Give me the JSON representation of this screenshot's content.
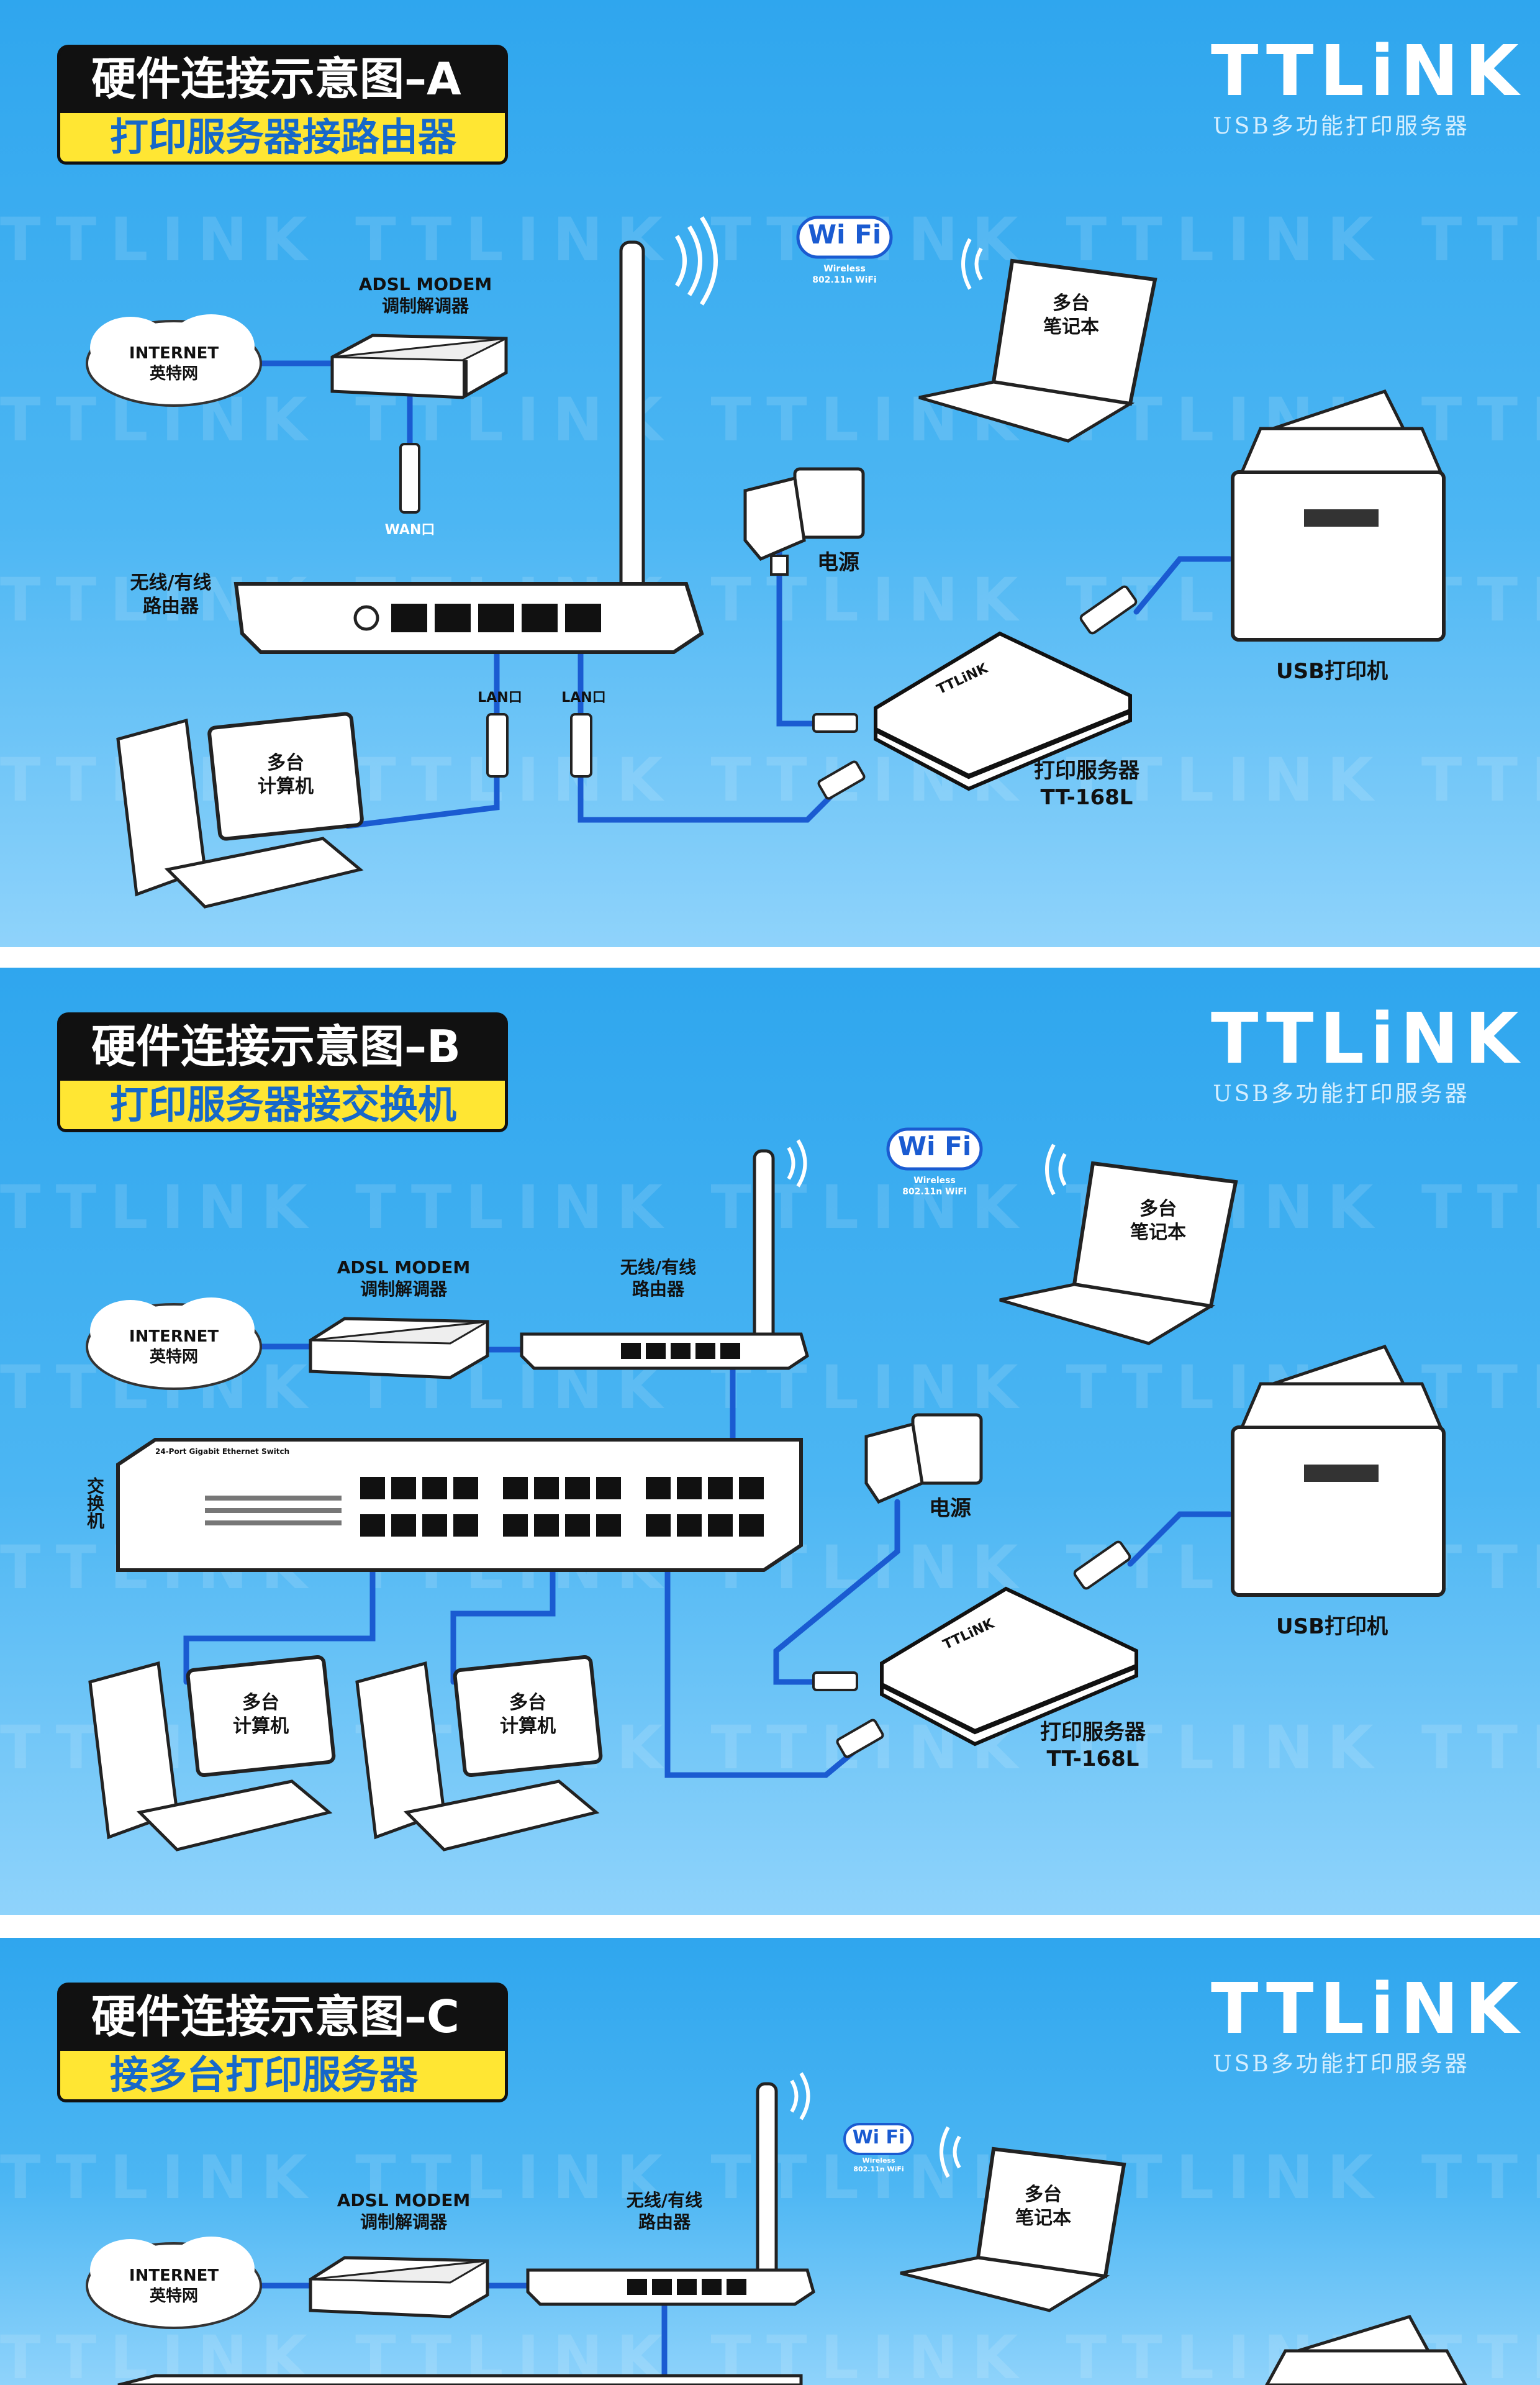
{
  "brand": {
    "name": "TTLiNK",
    "tagline": "USB多功能打印服务器",
    "watermark": "TTLINK TTLINK TTLINK TTLINK TTLINK TTLINK TTLINK"
  },
  "labels": {
    "internet": "INTERNET",
    "internet_cn": "英特网",
    "adsl_modem": "ADSL MODEM",
    "adsl_modem_cn": "调制解调器",
    "router_ab": "无线/有线\n路由器",
    "router_c": "无线/有线\n路由器",
    "wan": "WAN口",
    "lan": "LAN口",
    "laptops": "多台\n笔记本",
    "computers": "多台\n计算机",
    "power": "电源",
    "usb_printer": "USB打印机",
    "print_server": "打印服务器\nTT-168L",
    "wifi": "Wi Fi",
    "wifi_sub": "Wireless\n802.11n WiFi",
    "switch": "交换机",
    "switch_model": "24-Port Gigabit Ethernet Switch",
    "device_brand": "TTLiNK"
  },
  "panels": [
    {
      "id": "A",
      "title": "硬件连接示意图–A",
      "subtitle": "打印服务器接路由器"
    },
    {
      "id": "B",
      "title": "硬件连接示意图–B",
      "subtitle": "打印服务器接交换机"
    },
    {
      "id": "C",
      "title": "硬件连接示意图–C",
      "subtitle": "接多台打印服务器"
    }
  ],
  "colors": {
    "cable": "#1a5bd1",
    "title_bg": "#111111",
    "subtitle_bg": "#ffe633",
    "subtitle_text": "#1668c9",
    "bg_top": "#2fa6ee",
    "bg_bottom": "#8fd3fb"
  }
}
